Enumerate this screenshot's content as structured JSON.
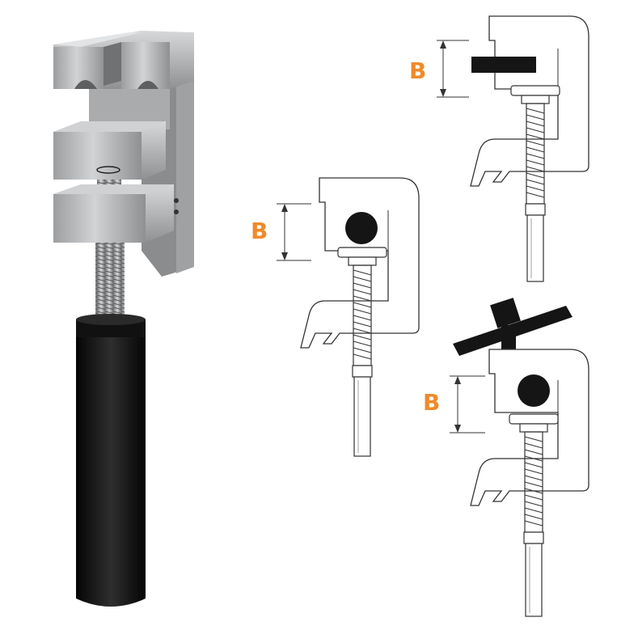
{
  "colors": {
    "accent": "#f08a2a",
    "metal_light": "#c9cbcd",
    "metal_mid": "#a8aaac",
    "metal_dark": "#7d7f81",
    "handle": "#151515",
    "line": "#333333"
  },
  "photo": {
    "icon": "ground-clamp-photo"
  },
  "diagrams": [
    {
      "id": "flat-bar",
      "workpiece": "flat-bar-icon",
      "dimension_label": "B"
    },
    {
      "id": "round-bar",
      "workpiece": "round-bar-icon",
      "dimension_label": "B"
    },
    {
      "id": "round-bar-tbar",
      "workpiece": "round-bar-icon",
      "dimension_label": "B"
    }
  ]
}
